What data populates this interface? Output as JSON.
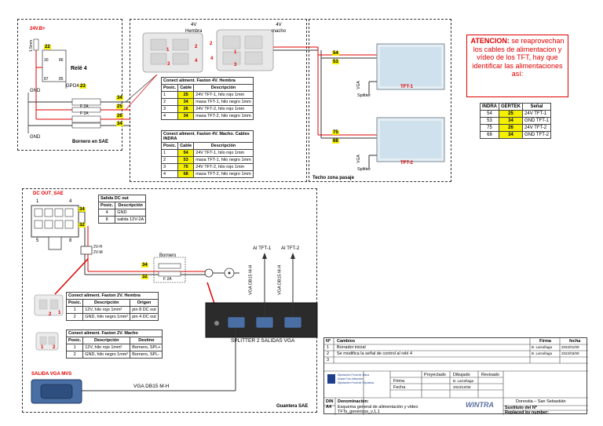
{
  "power_top": {
    "supply_label": "24V.B+",
    "fuse_label": "1.5mm",
    "wire_22": "22",
    "relay_label": "Relé 4",
    "relay_pins": [
      "30",
      "86",
      "87",
      "85"
    ],
    "gpo_label": "GPO4",
    "wire_23": "23",
    "gnd_label": "GND",
    "gnd_label2": "GND",
    "terminal_block_label": "Bornero en SAE",
    "wires": [
      "34",
      "25",
      "26",
      "34"
    ],
    "fuse_ratings": [
      "F 2A",
      "F 2A"
    ]
  },
  "connectors_top": {
    "female_label": "4V\nHembra",
    "male_label": "4V\nmacho",
    "pin_numbers": [
      "1",
      "2",
      "3",
      "4"
    ]
  },
  "table_4v_hembra": {
    "caption": "Conect aliment. Faston 4V. Hembra",
    "headers": [
      "Posic.",
      "Cable",
      "Descripción"
    ],
    "rows": [
      [
        "1",
        "25",
        "24V TFT-1, hilo rojo 1mm"
      ],
      [
        "2",
        "34",
        "masa TFT-1, hilo negro 1mm"
      ],
      [
        "3",
        "26",
        "24V TFT-2, hilo rojo 1mm"
      ],
      [
        "4",
        "34",
        "masa TFT-2, hilo negro 1mm"
      ]
    ]
  },
  "table_4v_macho": {
    "caption": "Conect aliment. Faston 4V. Macho. Cables INDRA",
    "headers": [
      "Posic.",
      "Cable",
      "Descripción"
    ],
    "rows": [
      [
        "1",
        "54",
        "24V TFT-1, hilo rojo 1mm"
      ],
      [
        "2",
        "53",
        "masa TFT-1, hilo negro 1mm"
      ],
      [
        "3",
        "75",
        "24V TFT-2, hilo rojo 1mm"
      ],
      [
        "4",
        "68",
        "masa TFT-2, hilo negro 1mm"
      ]
    ]
  },
  "ceiling": {
    "zone_label": "Techo zona pasaje",
    "tft1_label": "TFT-1",
    "tft2_label": "TFT-2",
    "wires_tft1": [
      "54",
      "53"
    ],
    "wires_tft2": [
      "75",
      "68"
    ],
    "vga_label": "VGA",
    "splitter_label": "Splitter"
  },
  "warning": {
    "title": "ATENCION:",
    "text": " se reaprovechan los cables de alimentacion y vídeo de los TFT, hay que identificar las alimentaciones así:"
  },
  "indra_table": {
    "headers": [
      "INDRA",
      "GERTEK",
      "Señal"
    ],
    "rows": [
      [
        "54",
        "25",
        "24V TFT-1"
      ],
      [
        "53",
        "34",
        "GND TFT-1"
      ],
      [
        "75",
        "26",
        "24V TFT-2"
      ],
      [
        "68",
        "34",
        "GND TFT-2"
      ]
    ]
  },
  "dc_out": {
    "title": "DC OUT_SAE",
    "pin_top": [
      "1",
      "4"
    ],
    "pin_bottom": [
      "5",
      "8"
    ],
    "wire_34": "34",
    "wire_32": "32",
    "plug_labels": [
      "2V-H",
      "2V-M"
    ],
    "bornero_label": "Bornero",
    "fuse": "F 2A",
    "wires_bornero": [
      "34",
      "32"
    ]
  },
  "table_dc_out": {
    "caption": "Salida DC out",
    "headers": [
      "Posic.",
      "Descripción"
    ],
    "rows": [
      [
        "4",
        "GND"
      ],
      [
        "8",
        "salida 12V-2A"
      ]
    ]
  },
  "table_2v_hembra": {
    "caption": "Conect aliment. Faston 2V. Hembra",
    "headers": [
      "Posic.",
      "Descripción",
      "Origen"
    ],
    "rows": [
      [
        "1",
        "12V, hilo rojo 1mm²",
        "pin 8 DC out"
      ],
      [
        "2",
        "GND, hilo negro 1mm²",
        "pin 4 DC out"
      ]
    ]
  },
  "table_2v_macho": {
    "caption": "Conect aliment. Faston 2V. Macho",
    "headers": [
      "Posic.",
      "Descripción",
      "Destino"
    ],
    "rows": [
      [
        "1",
        "12V, hilo rojo 1mm²",
        "Bornero, SPL+"
      ],
      [
        "2",
        "GND, hilo negro 1mm²",
        "Bornero, SPL-"
      ]
    ]
  },
  "splitter": {
    "label": "SPLITTER 2 SALIDAS VGA",
    "cable1_dest": "AI TFT-1",
    "cable2_dest": "AI TFT-2",
    "cable_label": "VGA DB15 M-H"
  },
  "vga_out": {
    "title": "SALIDA VGA MVS",
    "cable_label": "VGA DB15 M-H",
    "zone_label": "Guantera SAE"
  },
  "title_block": {
    "headers": [
      "Nº",
      "Cambios",
      "Firma",
      "fecha"
    ],
    "changes": [
      [
        "1",
        "Borrador inicial",
        "B. Larrañaga",
        "2022/01/09"
      ],
      [
        "2",
        "Se modifica la señal de control al relé 4",
        "B. Larrañaga",
        "2022/03/09"
      ],
      [
        "3",
        "",
        "",
        ""
      ]
    ],
    "org_lines": [
      "Diputación Foral de Álava",
      "Araba Foru Aldundia",
      "Diputación Foral de Gipuzkoa"
    ],
    "col_headers": [
      "Proyectado",
      "Dibujado",
      "Revisado"
    ],
    "firma_label": "Firma",
    "firma_value": "B. Larrañaga",
    "fecha_label": "Fecha",
    "fecha_value": "2023/10/08",
    "din_label": "DIN\nA4",
    "denominacion_label": "Denominación:",
    "denominacion_value": "Esquema general de alimentación y vídeo TFTs_genéricos_v.1.1",
    "company": "WINTRA",
    "location": "Donostia – San Sebastián",
    "sustituto": "Sustituto del Nº",
    "replaced": "Replaced by number:"
  },
  "colors": {
    "wire_red": "#e00000",
    "label_yellow": "#f4f000",
    "dashed": "#333333"
  }
}
